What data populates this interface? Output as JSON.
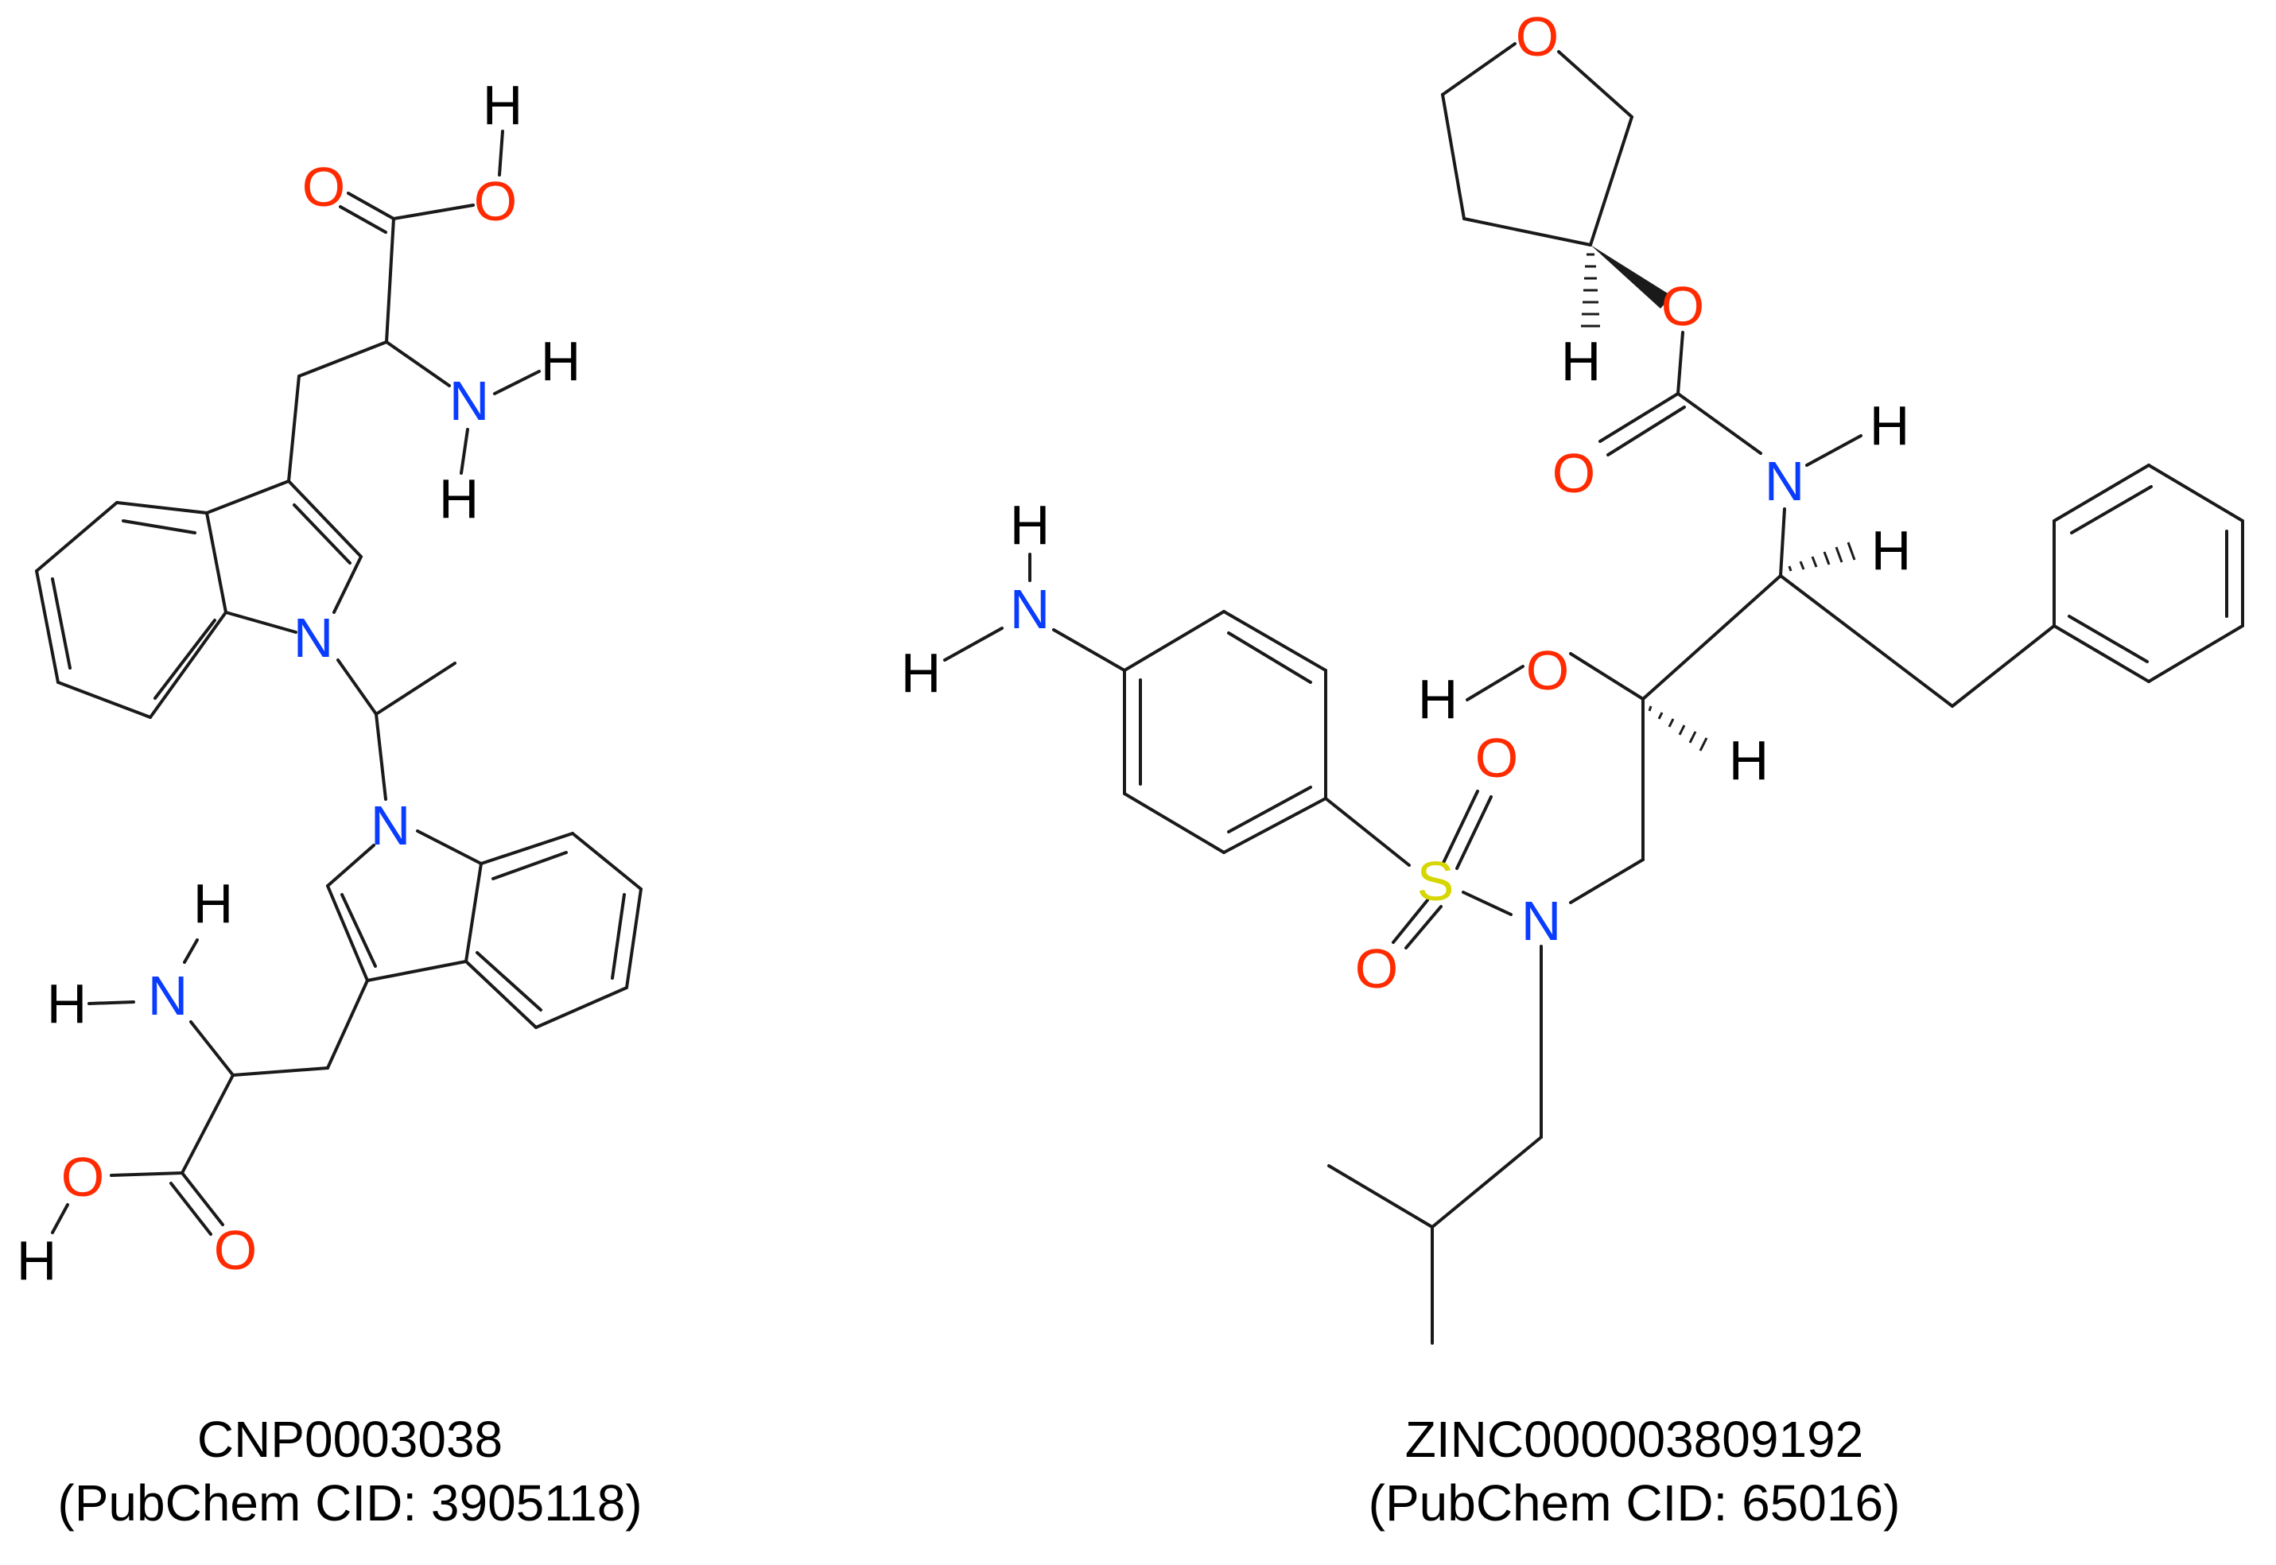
{
  "figure": {
    "molecules": [
      {
        "id": "CNP0003038",
        "name_label": "CNP0003038",
        "cid_label": "(PubChem CID: 3905118)",
        "atom_labels": [
          "O",
          "O",
          "H",
          "N",
          "H",
          "H",
          "N",
          "N",
          "N",
          "H",
          "H",
          "O",
          "H",
          "O"
        ]
      },
      {
        "id": "ZINC000003809192",
        "name_label": "ZINC000003809192",
        "cid_label": "(PubChem CID: 65016)",
        "atom_labels": [
          "O",
          "O",
          "H",
          "O",
          "N",
          "H",
          "H",
          "O",
          "H",
          "H",
          "S",
          "O",
          "O",
          "N",
          "N",
          "H",
          "H"
        ]
      }
    ],
    "atom_colors": {
      "O": "#ff2a00",
      "N": "#0a3cff",
      "S": "#d6d600",
      "H": "#000000",
      "bond": "#1a1a1a"
    }
  }
}
